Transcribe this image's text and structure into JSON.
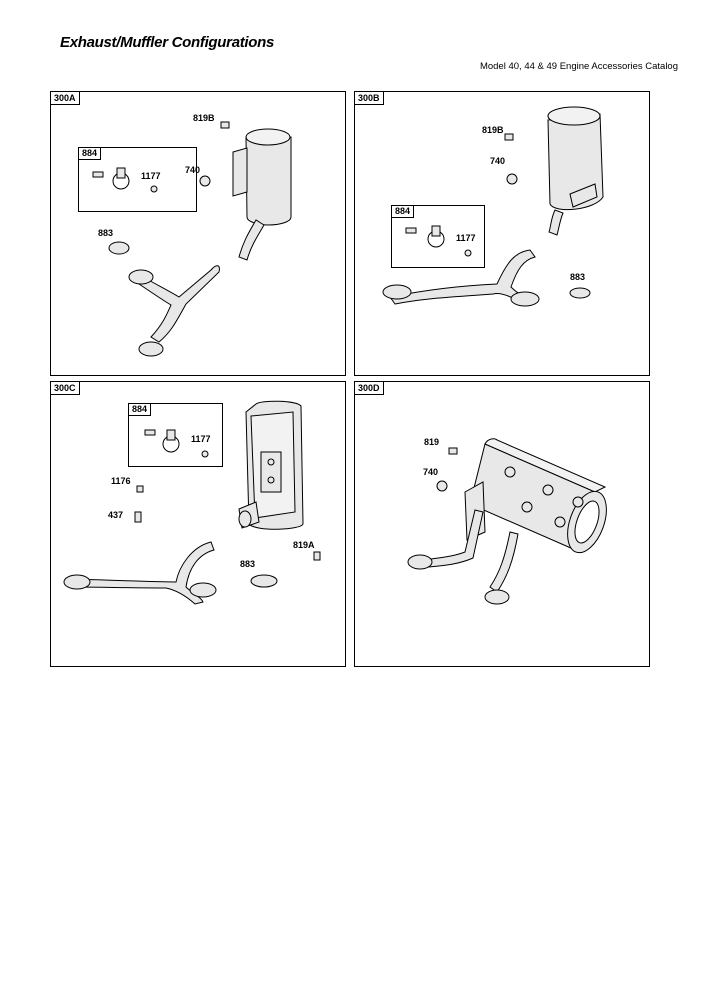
{
  "header": {
    "title": "Exhaust/Muffler Configurations",
    "subtitle": "Model 40, 44 & 49 Engine Accessories Catalog"
  },
  "panels": [
    {
      "tag": "300A",
      "kit": {
        "label": "884",
        "parts": [
          "1177"
        ]
      },
      "labels": [
        "819B",
        "740",
        "883"
      ]
    },
    {
      "tag": "300B",
      "kit": {
        "label": "884",
        "parts": [
          "1177"
        ]
      },
      "labels": [
        "819B",
        "740",
        "883"
      ]
    },
    {
      "tag": "300C",
      "kit": {
        "label": "884",
        "parts": [
          "1177"
        ]
      },
      "labels": [
        "1176",
        "437",
        "819A",
        "883"
      ]
    },
    {
      "tag": "300D",
      "labels": [
        "819",
        "740"
      ]
    }
  ],
  "style": {
    "line_color": "#000000",
    "fill_color": "#e6e6e6"
  }
}
